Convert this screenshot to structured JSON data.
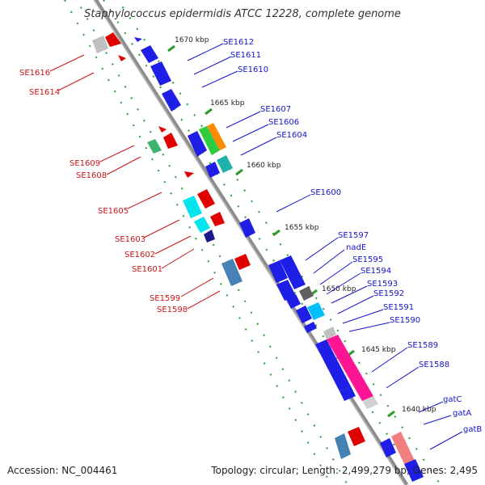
{
  "title": "Staphylococcus epidermidis ATCC 12228, complete genome",
  "footer": {
    "accession": "Accession: NC_004461",
    "summary": "Topology: circular; Length: 2,499,279 bp; Genes: 2,495"
  },
  "colors": {
    "backbone": "#8c8c8c",
    "forward_label": "#1414c8",
    "reverse_label": "#c81414",
    "tick_dots": "#2e9a2e"
  },
  "kbp_ticks": [
    "1670 kbp",
    "1665 kbp",
    "1660 kbp",
    "1655 kbp",
    "1650 kbp",
    "1645 kbp",
    "1640 kbp"
  ],
  "forward_genes": [
    "SE1612",
    "SE1611",
    "SE1610",
    "SE1607",
    "SE1606",
    "SE1604",
    "SE1600",
    "SE1597",
    "nadE",
    "SE1595",
    "SE1594",
    "SE1593",
    "SE1592",
    "SE1591",
    "SE1590",
    "SE1589",
    "SE1588",
    "gatC",
    "gatA",
    "gatB"
  ],
  "reverse_genes": [
    "SE1616",
    "SE1614",
    "SE1609",
    "SE1608",
    "SE1605",
    "SE1603",
    "SE1602",
    "SE1601",
    "SE1599",
    "SE1598"
  ]
}
